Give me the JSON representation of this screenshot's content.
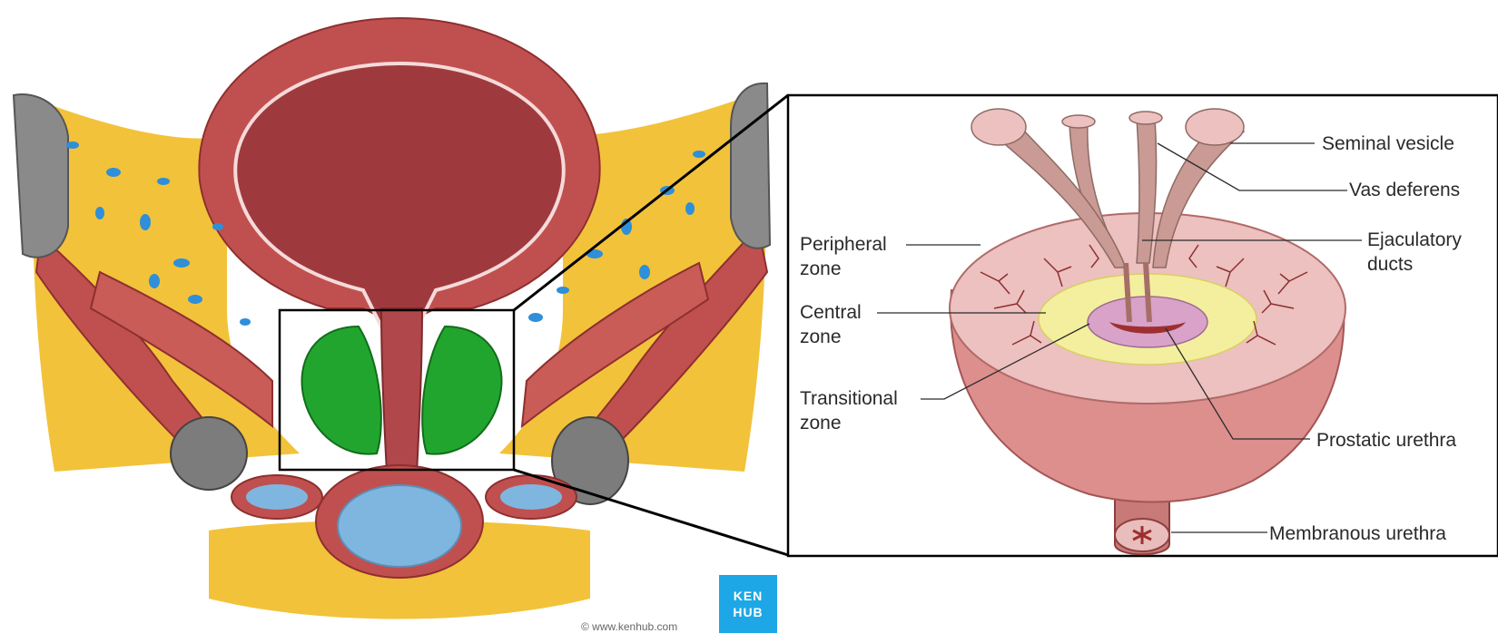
{
  "labels": {
    "seminal_vesicle": "Seminal vesicle",
    "vas_deferens": "Vas deferens",
    "ejaculatory_ducts": [
      "Ejaculatory",
      "ducts"
    ],
    "peripheral_zone": [
      "Peripheral",
      "zone"
    ],
    "central_zone": [
      "Central",
      "zone"
    ],
    "transitional_zone": [
      "Transitional",
      "zone"
    ],
    "prostatic_urethra": "Prostatic urethra",
    "membranous_urethra": "Membranous urethra"
  },
  "logo": {
    "line1": "KEN",
    "line2": "HUB"
  },
  "copyright": "© www.kenhub.com",
  "colors": {
    "muscle": "#c0504f",
    "fat": "#f2c23a",
    "vessel": "#2f8fd8",
    "bladder_lumen": "#9e3a3d",
    "prostate_highlight": "#22a52f",
    "bone": "#8a8a8a",
    "prostate_body": "#e7a7a4",
    "central_zone": "#f3ef9e",
    "transitional_zone": "#d9a2c9",
    "kenhub_blue": "#1ea7e6"
  }
}
